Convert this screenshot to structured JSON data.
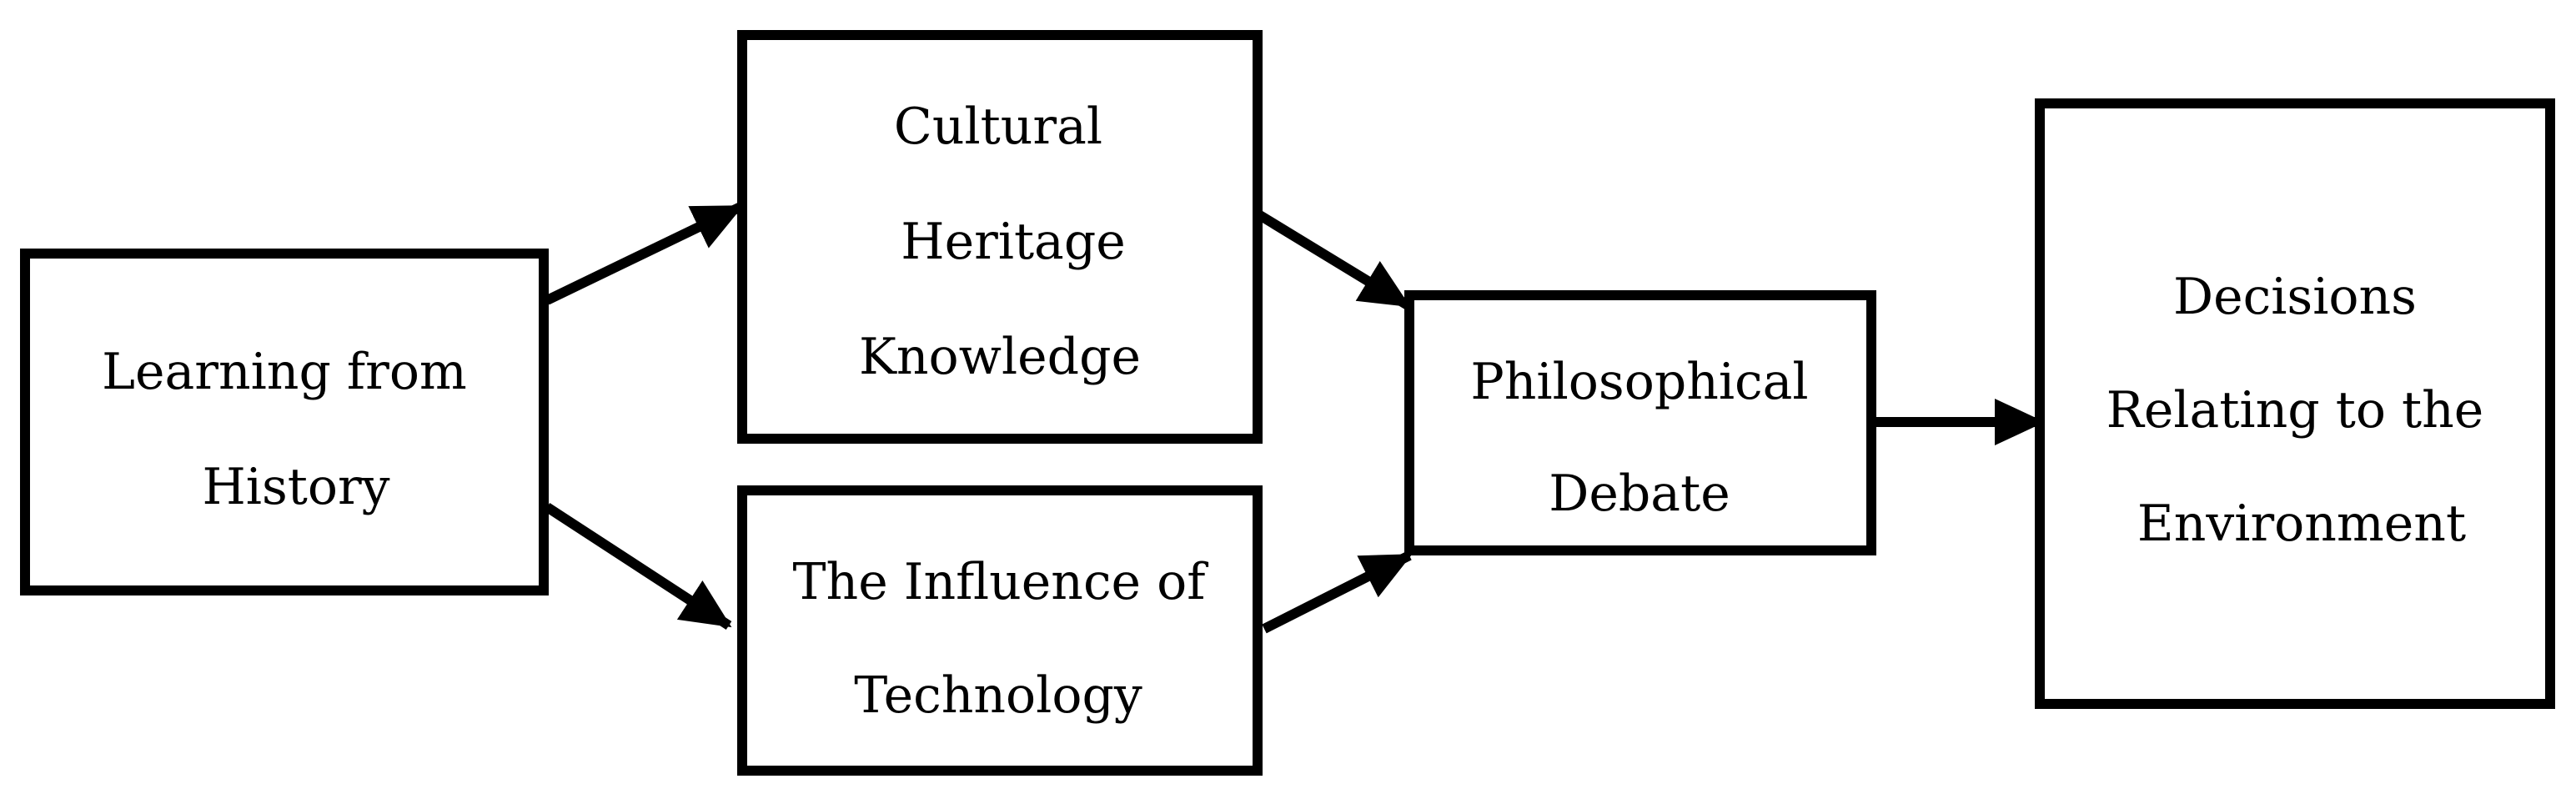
{
  "diagram": {
    "nodes": {
      "learning": {
        "lines": [
          "Learning from",
          "History"
        ]
      },
      "heritage": {
        "lines": [
          "Cultural",
          "Heritage",
          "Knowledge"
        ]
      },
      "technology": {
        "lines": [
          "The Influence of",
          "Technology"
        ]
      },
      "debate": {
        "lines": [
          "Philosophical",
          "Debate"
        ]
      },
      "decisions": {
        "lines": [
          "Decisions",
          "Relating to the",
          "Environment"
        ]
      }
    },
    "edges": [
      {
        "from": "learning",
        "to": "heritage"
      },
      {
        "from": "learning",
        "to": "technology"
      },
      {
        "from": "heritage",
        "to": "debate"
      },
      {
        "from": "technology",
        "to": "debate"
      },
      {
        "from": "debate",
        "to": "decisions"
      }
    ],
    "colors": {
      "stroke": "#000000",
      "background": "#ffffff"
    }
  }
}
